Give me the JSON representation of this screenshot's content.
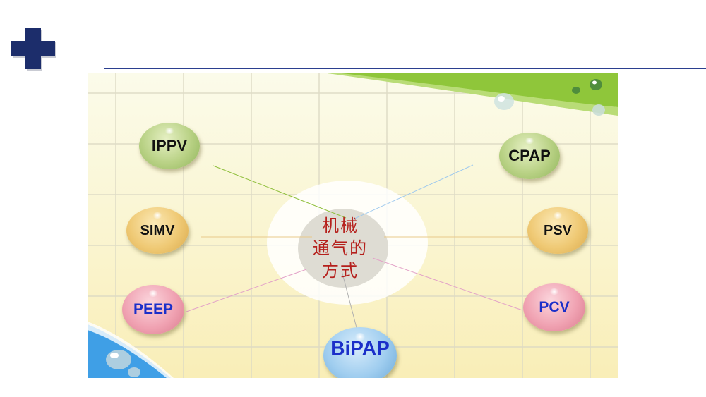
{
  "diagram": {
    "center_label_lines": [
      "机械",
      "通气的",
      "方式"
    ],
    "nodes": [
      {
        "id": "ippv",
        "label": "IPPV",
        "color": "green"
      },
      {
        "id": "cpap",
        "label": "CPAP",
        "color": "green"
      },
      {
        "id": "simv",
        "label": "SIMV",
        "color": "yellow"
      },
      {
        "id": "psv",
        "label": "PSV",
        "color": "yellow"
      },
      {
        "id": "peep",
        "label": "PEEP",
        "color": "pink"
      },
      {
        "id": "pcv",
        "label": "PCV",
        "color": "pink"
      },
      {
        "id": "bipap",
        "label": "BiPAP",
        "color": "blue"
      }
    ]
  },
  "colors": {
    "slide_accent": "#1c2d6b",
    "center_text": "#b5201c",
    "label_blue": "#1b2fc9"
  }
}
